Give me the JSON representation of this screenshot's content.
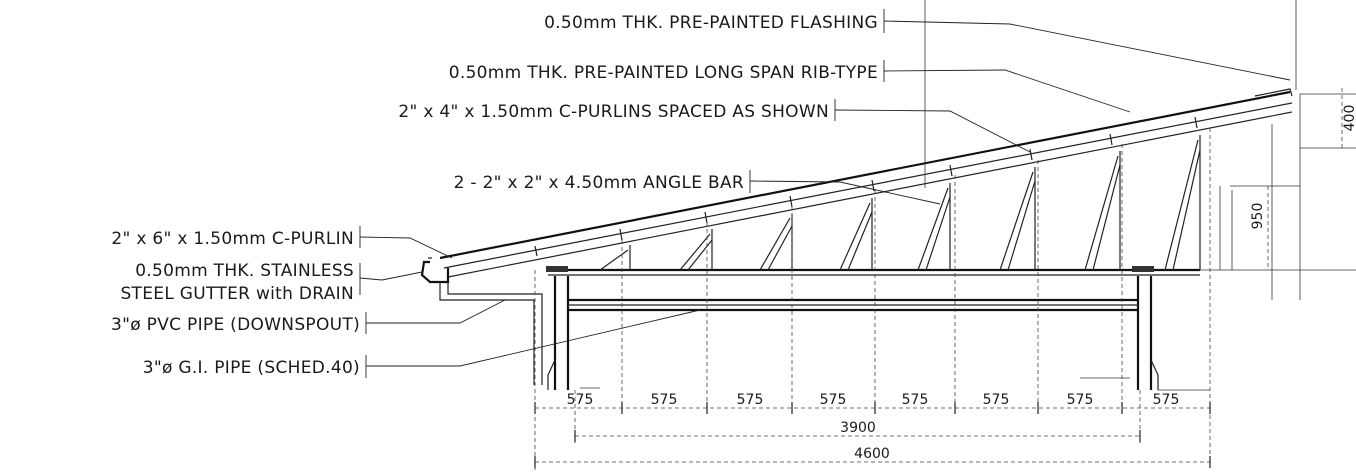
{
  "labels": {
    "flashing": "0.50mm THK. PRE-PAINTED FLASHING",
    "roofing": "0.50mm THK. PRE-PAINTED LONG SPAN RIB-TYPE",
    "purlins": "2\" x 4\" x 1.50mm C-PURLINS SPACED AS SHOWN",
    "angle_bar": "2 - 2\" x 2\" x 4.50mm ANGLE BAR",
    "c_purlin": "2\" x 6\" x 1.50mm C-PURLIN",
    "gutter_line1": "0.50mm THK. STAINLESS",
    "gutter_line2": "STEEL GUTTER with DRAIN",
    "pvc_pipe": "3\"ø PVC PIPE (DOWNSPOUT)",
    "gi_pipe": "3\"ø G.I. PIPE (SCHED.40)"
  },
  "dimensions": {
    "spacing": [
      "575",
      "575",
      "575",
      "575",
      "575",
      "575",
      "575",
      "575"
    ],
    "inner_span": "3900",
    "overall_span": "4600",
    "rise_upper": "400",
    "rise_lower": "950"
  }
}
